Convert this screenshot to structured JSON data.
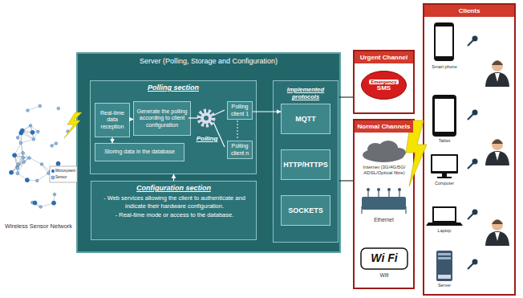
{
  "diagram": {
    "nodes": [
      {
        "text": [
          "Server (Polling, Storage and Configuration)"
        ]
      },
      {
        "text": [
          "Polling section"
        ],
        "in": 0
      },
      {
        "text": [
          "Real-time data reception"
        ],
        "in": 1
      },
      {
        "text": [
          "Generate the polling according to client configuration"
        ],
        "in": 1
      },
      {
        "text": [
          "Polling client 1"
        ],
        "in": 1
      },
      {
        "text": [
          "Polling client n"
        ],
        "in": 1
      },
      {
        "text": [
          "Storing data in the database"
        ],
        "in": 1
      },
      {
        "text": [
          "Configuration section",
          "- Web services allowing the client to authenticate and indicate their hardware configuration.",
          "- Real-time mode or access to the database."
        ],
        "in": 0
      },
      {
        "text": [
          "Implemented protocols"
        ],
        "in": 0
      },
      {
        "text": [
          "MQTT"
        ],
        "in": 8
      },
      {
        "text": [
          "HTTP/HTTPS"
        ],
        "in": 8
      },
      {
        "text": [
          "SOCKETS"
        ],
        "in": 8
      },
      {
        "text": [
          "Urgent Channel"
        ]
      },
      {
        "text": [
          "Emergency",
          "SMS"
        ],
        "in": 12
      },
      {
        "text": [
          "Normal Channels"
        ]
      },
      {
        "text": [
          "Clients"
        ]
      }
    ],
    "edges": [
      {
        "from": 2,
        "to": 3,
        "arrow": "to"
      },
      {
        "from": 2,
        "to": 6,
        "arrow": "to"
      },
      {
        "from": 4,
        "to": 9,
        "arrow": "to"
      },
      {
        "from": 7,
        "to": 1,
        "arrow": "to"
      },
      {
        "from": 8,
        "to": 12,
        "arrow": "none"
      },
      {
        "from": 8,
        "to": 14,
        "arrow": "none"
      }
    ],
    "labels": [
      "Polling",
      "Wireless Sensor Network",
      "Microsystem",
      "Sensor",
      "Internet (3G/4G/5G/ ADSL/Optical fibre)",
      "Ethernet",
      "Wi Fi",
      "Wifi",
      "Smart phone",
      "Tablet",
      "Computer",
      "Laptop",
      "Server"
    ]
  }
}
